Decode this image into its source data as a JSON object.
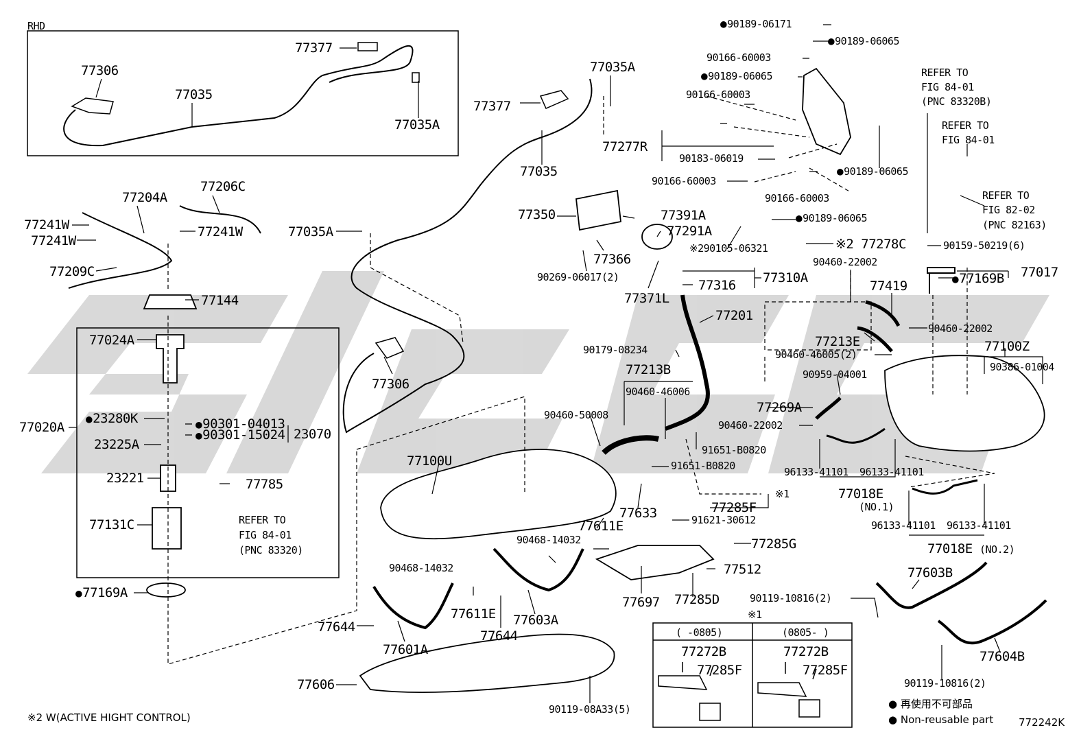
{
  "diagram": {
    "figure_code": "772242K",
    "inset_title": "RHD",
    "footnote": "※2 W(ACTIVE HIGHT CONTROL)",
    "note_marker_1": "※1",
    "legend": {
      "jp": "再使用不可部品",
      "en": "Non-reusable part"
    },
    "sub_panel": {
      "col1_header": "(   -0805)",
      "col2_header": "(0805-   )",
      "col1_a": "77272B",
      "col1_b": "77285F",
      "col2_a": "77272B",
      "col2_b": "77285F"
    },
    "labels": {
      "rhd_77377": "77377",
      "rhd_77306": "77306",
      "rhd_77035": "77035",
      "rhd_77035a": "77035A",
      "p77035a_top": "77035A",
      "p77377": "77377",
      "p77035": "77035",
      "p77035a_left": "77035A",
      "p77306": "77306",
      "p77204a": "77204A",
      "p77206c": "77206C",
      "p77241w_1": "77241W",
      "p77241w_2": "77241W",
      "p77241w_3": "77241W",
      "p77209c": "77209C",
      "p77144": "77144",
      "p77024a": "77024A",
      "p77020a": "77020A",
      "p23280k": "23280K",
      "p90301_04013": "90301-04013",
      "p90301_15024": "90301-15024",
      "p23070": "23070",
      "p23225a": "23225A",
      "p23221": "23221",
      "p77785": "77785",
      "p77131c": "77131C",
      "refer_1": "REFER TO",
      "refer_1b": "FIG 84-01",
      "refer_1c": "(PNC 83320)",
      "p77169a": "77169A",
      "p90189_06171": "90189-06171",
      "p90166_60003_a": "90166-60003",
      "p90189_06065_a": "90189-06065",
      "p90189_06065_b": "90189-06065",
      "p90166_60003_b": "90166-60003",
      "p77277r": "77277R",
      "p90183_06019": "90183-06019",
      "p90166_60003_c": "90166-60003",
      "p90189_06065_c": "90189-06065",
      "p90166_60003_d": "90166-60003",
      "p90189_06065_d": "90189-06065",
      "p77350": "77350",
      "p77391a": "77391A",
      "p77291a": "77291A",
      "p290105": "※290105-06321",
      "p77278c": "※2 77278C",
      "p77366": "77366",
      "p90269": "90269-06017(2)",
      "p77371l": "77371L",
      "p77316": "77316",
      "p77310a": "77310A",
      "p77201": "77201",
      "refer_2": "REFER TO",
      "refer_2b": "FIG 84-01",
      "refer_2c": "(PNC 83320B)",
      "refer_3": "REFER TO",
      "refer_3b": "FIG 84-01",
      "refer_4": "REFER TO",
      "refer_4b": "FIG 82-02",
      "refer_4c": "(PNC 82163)",
      "p90159": "90159-50219(6)",
      "p90460_22002_a": "90460-22002",
      "p77017": "77017",
      "p77169b": "77169B",
      "p77419": "77419",
      "p90460_22002_b": "90460-22002",
      "p77213e": "77213E",
      "p90460_46005": "90460-46005(2)",
      "p77100z": "77100Z",
      "p90386": "90386-01004",
      "p90179": "90179-08234",
      "p77213b": "77213B",
      "p90460_46006": "90460-46006",
      "p90959": "90959-04001",
      "p77269a": "77269A",
      "p90460_50008": "90460-50008",
      "p90460_22002_c": "90460-22002",
      "p91651_a": "91651-B0820",
      "p91651_b": "91651-B0820",
      "p96133_a": "96133-41101",
      "p96133_b": "96133-41101",
      "p77018e_1": "77018E",
      "p77018e_1n": "(NO.1)",
      "p77100u": "77100U",
      "p77633": "77633",
      "p77285f": "77285F",
      "p91621": "91621-30612",
      "p96133_c": "96133-41101",
      "p96133_d": "96133-41101",
      "p77018e_2": "77018E",
      "p77018e_2n": "(NO.2)",
      "p77611e_a": "77611E",
      "p90468_a": "90468-14032",
      "p77285g": "77285G",
      "p77512": "77512",
      "p90468_b": "90468-14032",
      "p77697": "77697",
      "p77285d": "77285D",
      "p77611e_b": "77611E",
      "p77603a": "77603A",
      "p77603b": "77603B",
      "p90119_a": "90119-10816(2)",
      "p77644_a": "77644",
      "p77644_b": "77644",
      "p77601a": "77601A",
      "p77606": "77606",
      "p90119_b": "90119-08A33(5)",
      "p77604b": "77604B",
      "p90119_c": "90119-10816(2)"
    }
  }
}
